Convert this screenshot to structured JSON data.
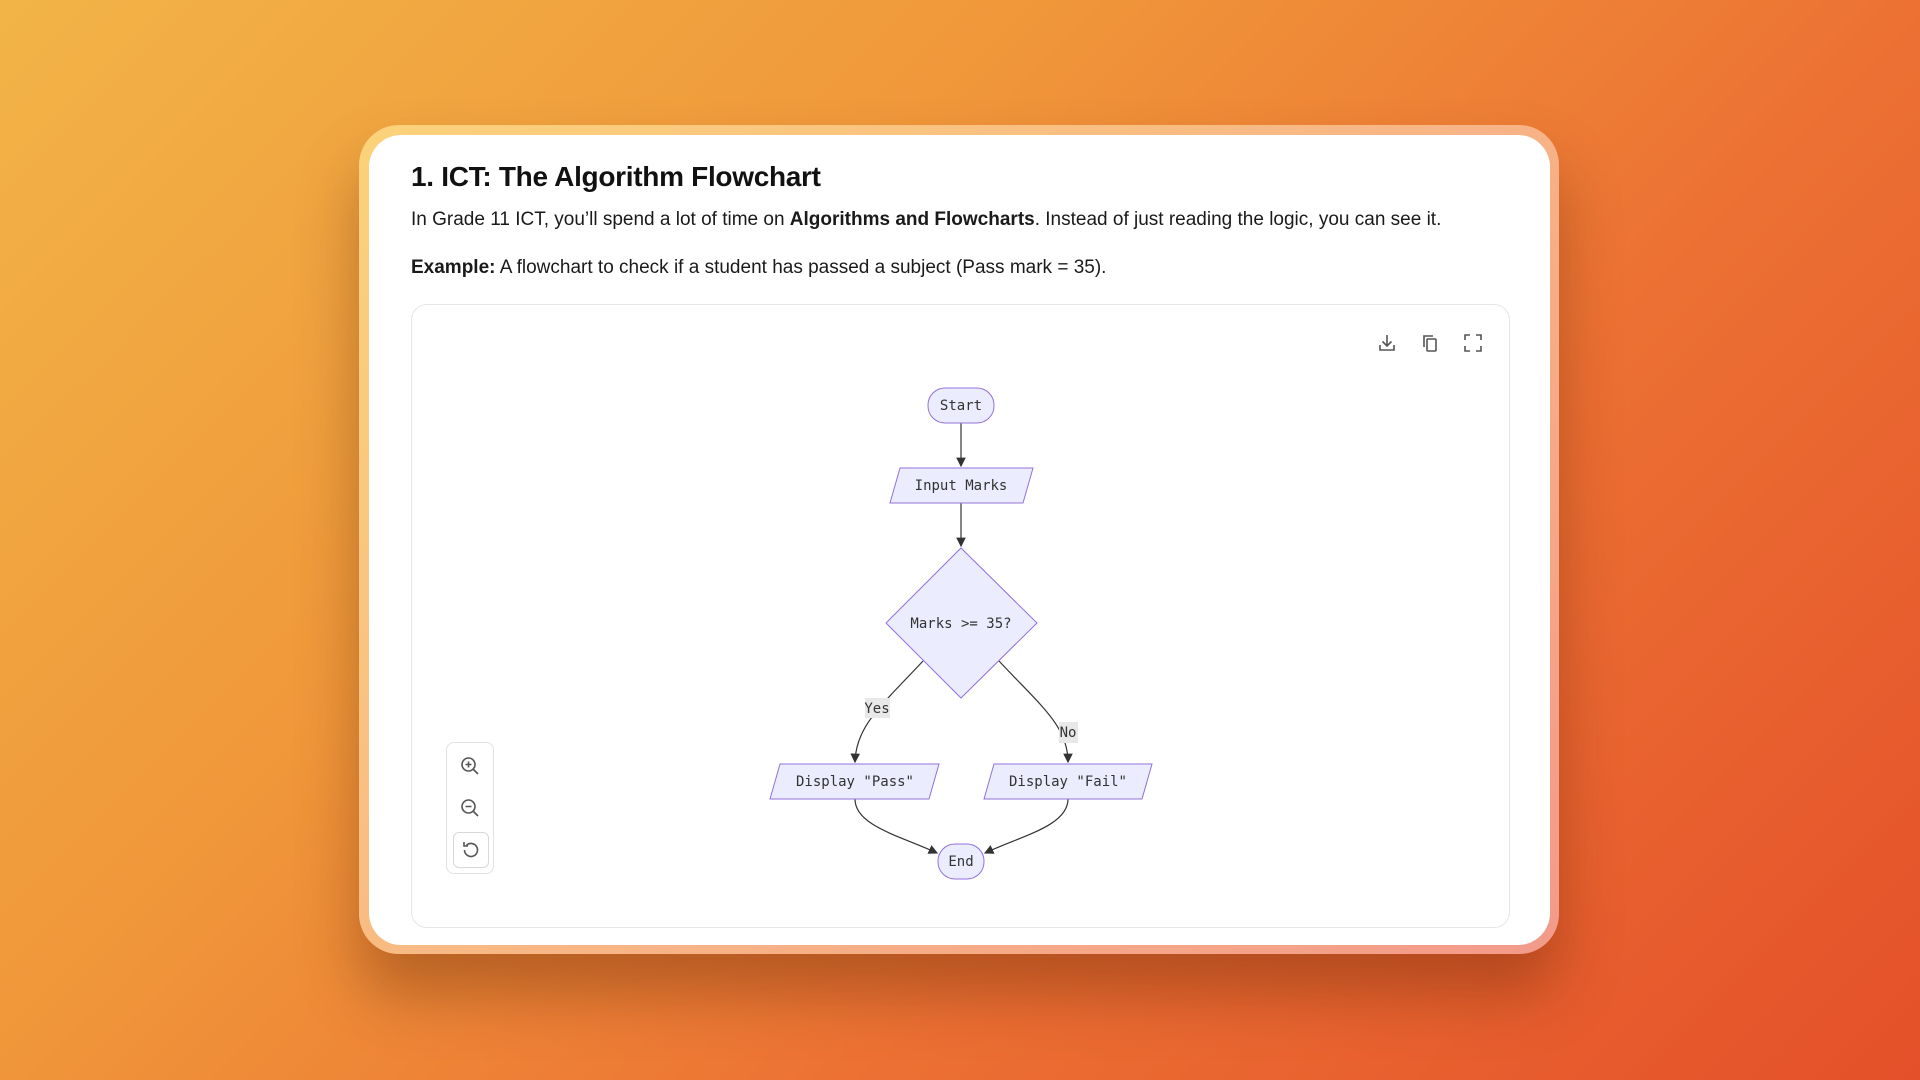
{
  "article": {
    "title": "1. ICT: The Algorithm Flowchart",
    "intro_before": "In Grade 11 ICT, you’ll spend a lot of time on ",
    "intro_bold": "Algorithms and Flowcharts",
    "intro_after": ". Instead of just reading the logic, you can see it.",
    "example_label": "Example:",
    "example_text": " A flowchart to check if a student has passed a subject (Pass mark = 35)."
  },
  "diagram": {
    "toolbar": [
      "download-icon",
      "copy-icon",
      "fullscreen-icon"
    ],
    "zoom_controls": [
      "zoom-in-icon",
      "zoom-out-icon",
      "reset-icon"
    ],
    "nodes": {
      "start": "Start",
      "input": "Input Marks",
      "decision": "Marks >= 35?",
      "pass": "Display \"Pass\"",
      "fail": "Display \"Fail\"",
      "end": "End"
    },
    "edges": {
      "yes": "Yes",
      "no": "No"
    },
    "colors": {
      "node_fill": "#ECECFF",
      "node_stroke": "#9370DB",
      "edge": "#333333",
      "label_bg": "#E8E8E8"
    }
  }
}
